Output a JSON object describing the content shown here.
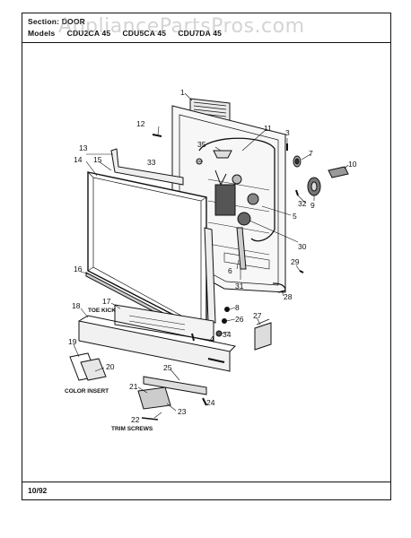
{
  "header": {
    "section_label": "Section: DOOR",
    "models_label": "Models",
    "models": [
      "CDU2CA 45",
      "CDU5CA 45",
      "CDU7DA 45"
    ]
  },
  "watermark": "AppliancePartsPros.com",
  "footer": {
    "date": "10/92"
  },
  "diagram": {
    "captions": {
      "toe_kick": "TOE KICK",
      "color_insert": "COLOR INSERT",
      "trim_screws": "TRIM SCREWS"
    },
    "callouts": [
      "1",
      "3",
      "4",
      "5",
      "6",
      "7",
      "8",
      "9",
      "10",
      "11",
      "12",
      "13",
      "14",
      "15",
      "16",
      "17",
      "18",
      "19",
      "20",
      "21",
      "22",
      "23",
      "24",
      "25",
      "26",
      "27",
      "28",
      "29",
      "30",
      "31",
      "32",
      "33",
      "34",
      "35"
    ]
  }
}
